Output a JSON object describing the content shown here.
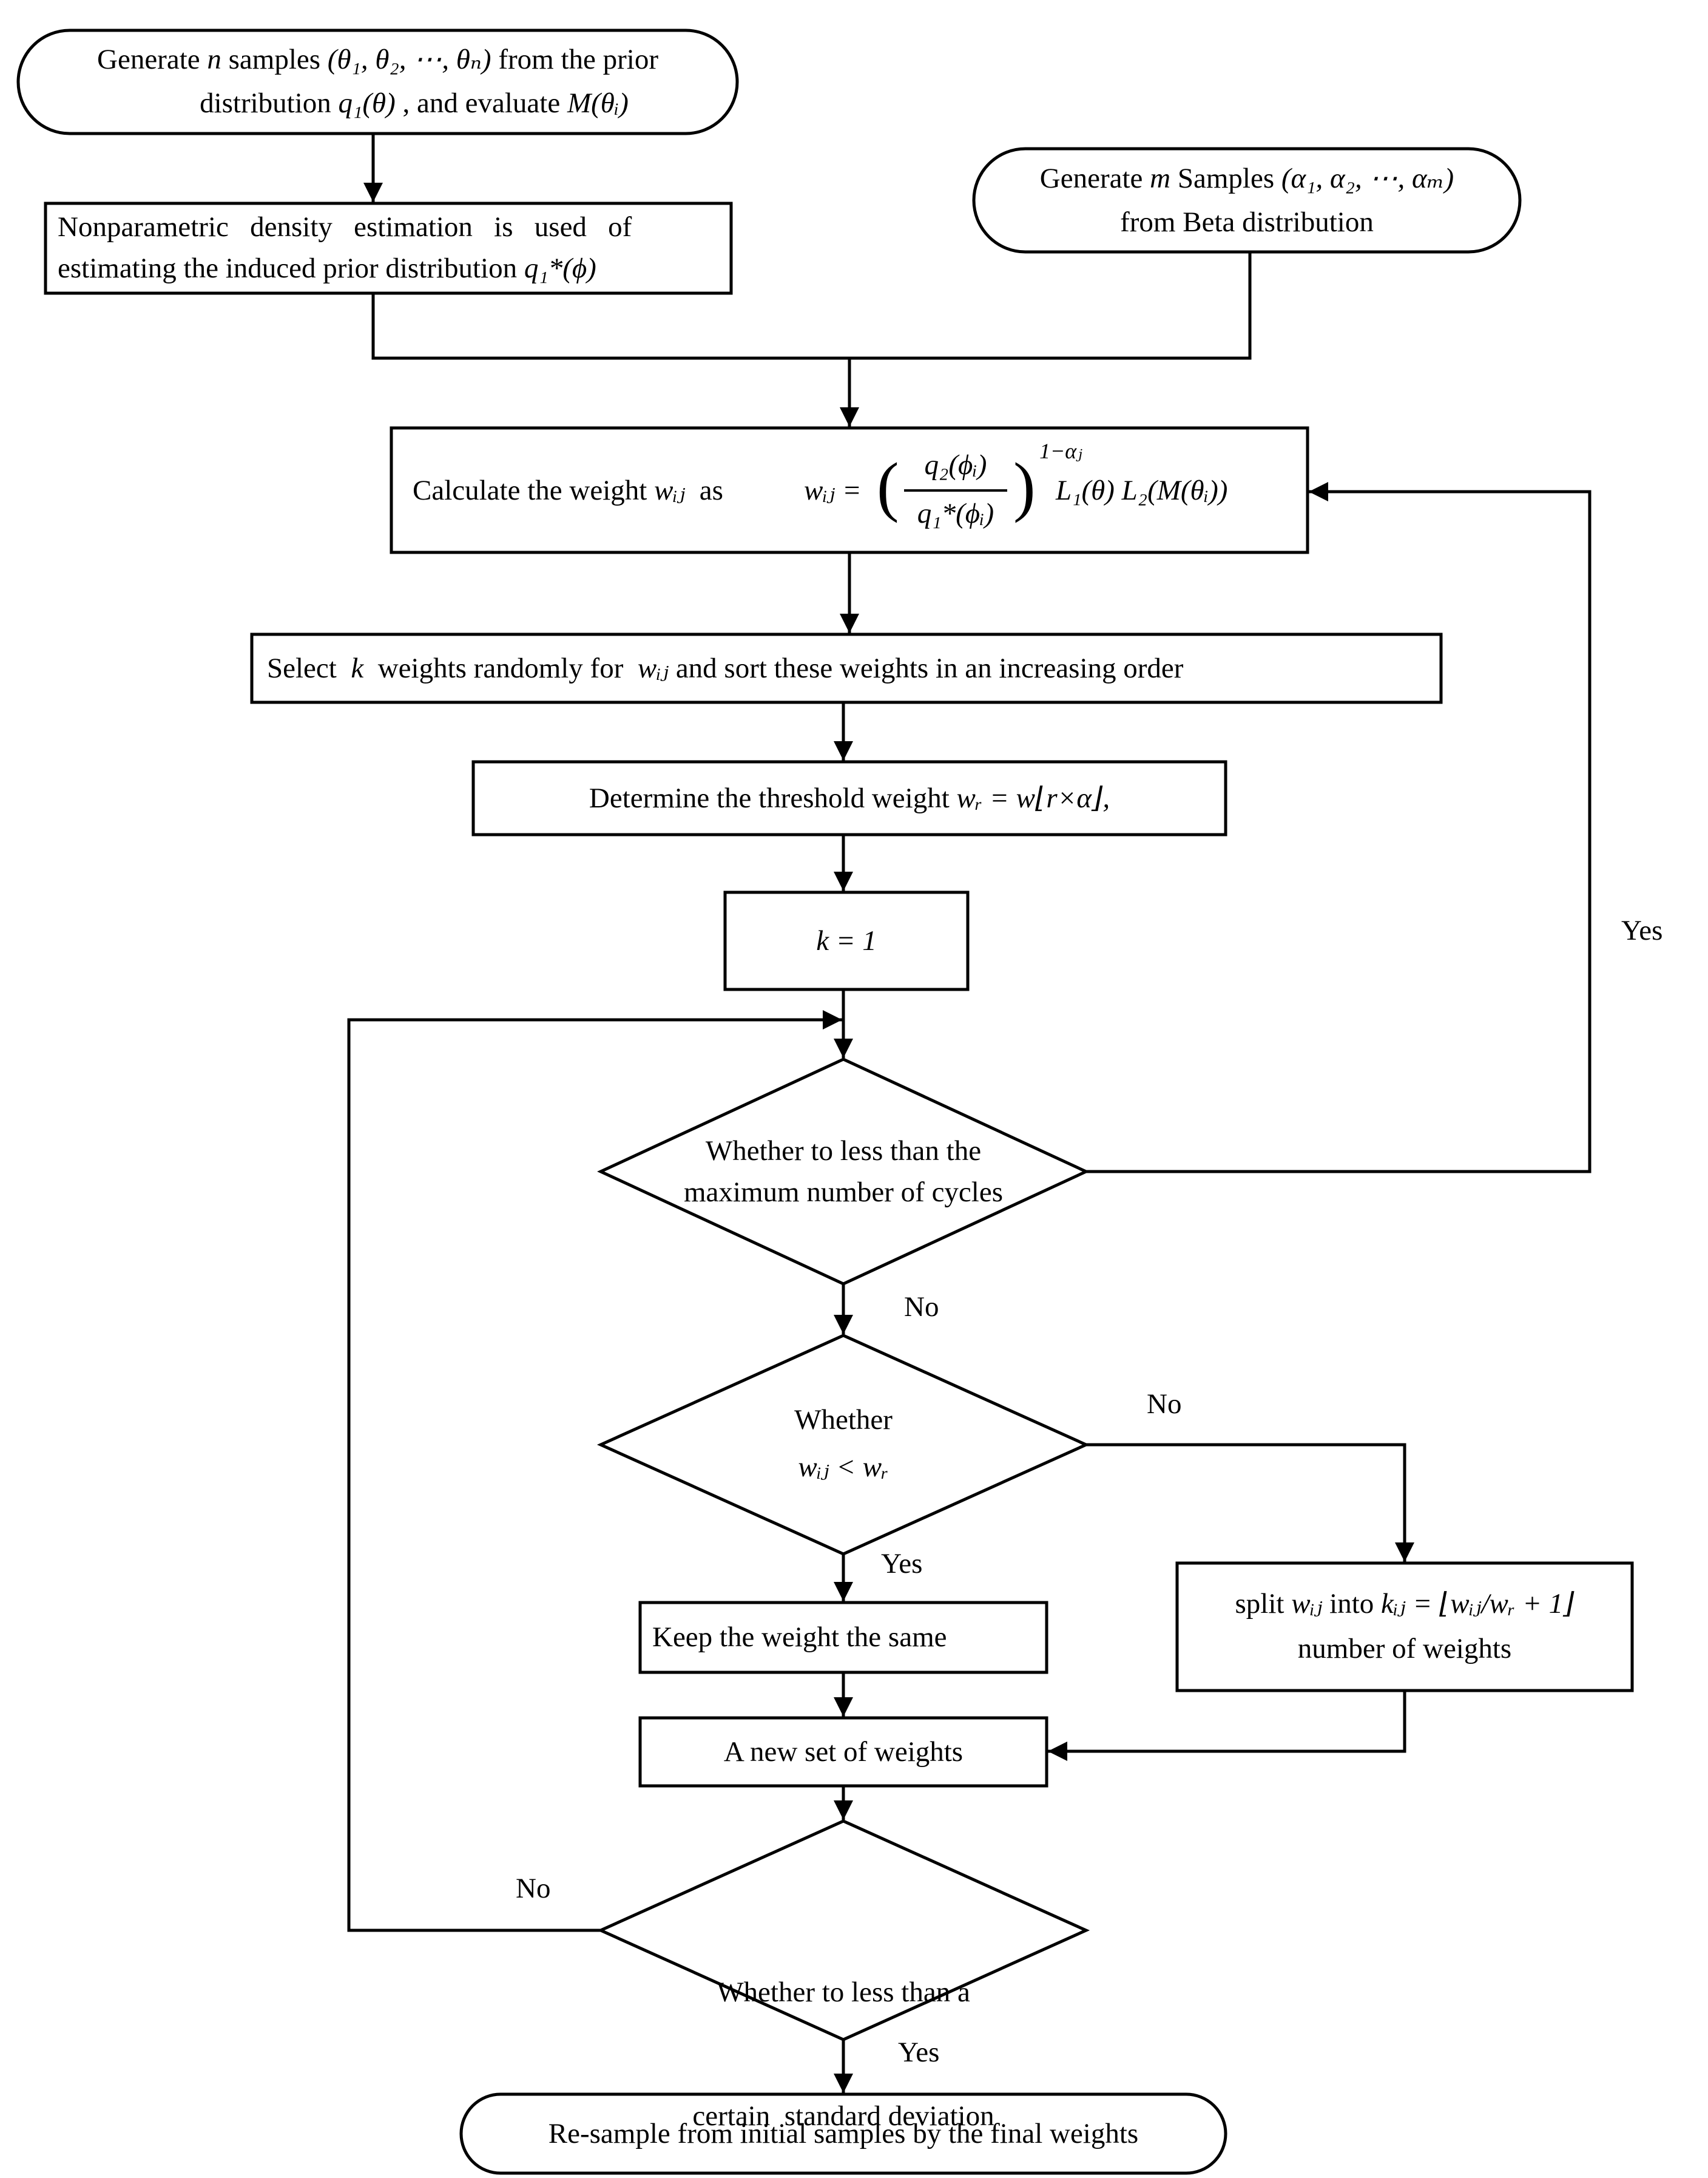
{
  "nodes": {
    "start": {
      "line1_a": "Generate ",
      "line1_var": "n",
      "line1_b": " samples ",
      "line1_math": "(θ₁, θ₂, ⋯, θₙ)",
      "line1_c": " from the prior",
      "line2_a": "distribution ",
      "line2_math": "q₁(θ)",
      "line2_b": " , and evaluate ",
      "line2_math2": "M(θᵢ)"
    },
    "beta": {
      "line1_a": "Generate ",
      "line1_var": "m",
      "line1_b": " Samples ",
      "line1_math": "(α₁, α₂, ⋯, αₘ)",
      "line2": "from  Beta distribution"
    },
    "density": {
      "line1": "Nonparametric   density   estimation   is   used   of",
      "line2_a": "estimating the induced prior distribution ",
      "line2_math": "q₁*(ϕ)"
    },
    "weight": {
      "text_a": "Calculate the weight ",
      "text_var": "wᵢⱼ",
      "text_b": "  as  ",
      "formula_lhs": "wᵢⱼ =",
      "formula_num": "q₂(ϕᵢ)",
      "formula_den": "q₁*(ϕᵢ)",
      "formula_exp": "1−αⱼ",
      "formula_rest": "L₁(θ) L₂(M(θᵢ))"
    },
    "select": {
      "text_a": "Select  ",
      "text_var": "k",
      "text_b": "  weights randomly for  ",
      "text_var2": "wᵢⱼ",
      "text_c": " and sort these weights in an increasing order"
    },
    "threshold": {
      "text_a": "Determine the threshold weight ",
      "text_math": "wᵣ = w⌊r×α⌋,"
    },
    "init_k": {
      "text": "k = 1"
    },
    "cycles": {
      "line1": "Whether to less than the",
      "line2": "maximum number of cycles"
    },
    "compare": {
      "line1": "Whether",
      "line2": "wᵢⱼ < wᵣ"
    },
    "keep": {
      "text": "Keep the weight the same"
    },
    "split": {
      "line1_a": "split ",
      "line1_var": "wᵢⱼ",
      "line1_b": " into ",
      "line1_math": "kᵢⱼ = ⌊wᵢⱼ/wᵣ + 1⌋",
      "line2": "number of weights"
    },
    "new_set": {
      "text": "A new set of weights"
    },
    "stddev": {
      "line1": "Whether to less than a",
      "line2": "certain  standard deviation"
    },
    "end": {
      "text": "Re-sample from initial samples by the final weights"
    }
  },
  "edge_labels": {
    "cycles_yes": "Yes",
    "cycles_no": "No",
    "compare_no": "No",
    "compare_yes": "Yes",
    "stddev_no": "No",
    "stddev_yes": "Yes"
  }
}
